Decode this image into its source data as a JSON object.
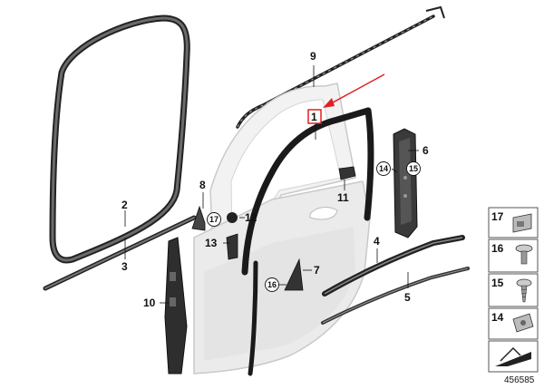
{
  "diagram": {
    "callouts": {
      "c1": "1",
      "c2": "2",
      "c3": "3",
      "c4": "4",
      "c5": "5",
      "c6": "6",
      "c7": "7",
      "c8": "8",
      "c9": "9",
      "c10": "10",
      "c11": "11",
      "c12": "12",
      "c13": "13",
      "c14": "14",
      "c15": "15",
      "c16": "16",
      "c17": "17"
    },
    "highlight_color": "#e02020",
    "legend_panel": {
      "items": [
        {
          "number": "17",
          "icon": "clip-nut-icon"
        },
        {
          "number": "16",
          "icon": "push-rivet-icon"
        },
        {
          "number": "15",
          "icon": "screw-icon"
        },
        {
          "number": "14",
          "icon": "spring-nut-icon"
        }
      ]
    },
    "reference_number": "456585"
  }
}
